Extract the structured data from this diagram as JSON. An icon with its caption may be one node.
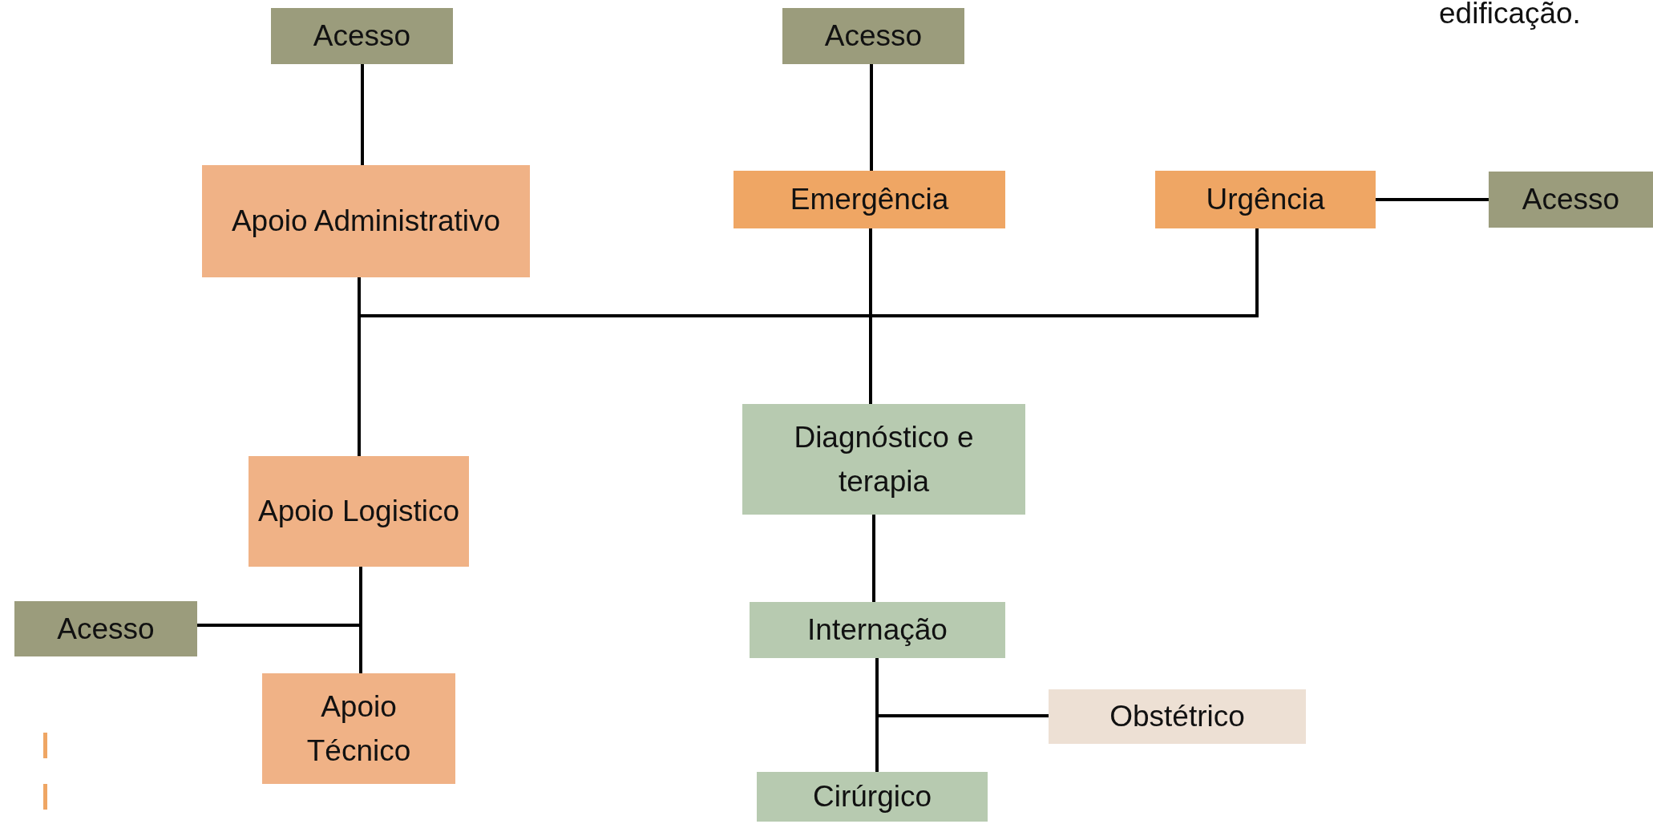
{
  "diagram": {
    "nodes": [
      {
        "text": [
          "Acesso"
        ]
      },
      {
        "text": [
          "Acesso"
        ]
      },
      {
        "text": [
          "Apoio Administrativo"
        ]
      },
      {
        "text": [
          "Emergência"
        ]
      },
      {
        "text": [
          "Urgência"
        ]
      },
      {
        "text": [
          "Acesso"
        ]
      },
      {
        "text": [
          "Apoio Logistico"
        ]
      },
      {
        "text": [
          "Acesso"
        ]
      },
      {
        "text": [
          "Apoio Técnico"
        ]
      },
      {
        "text": [
          "Diagnóstico e terapia"
        ]
      },
      {
        "text": [
          "Internação"
        ]
      },
      {
        "text": [
          "Obstétrico"
        ]
      },
      {
        "text": [
          "Cirúrgico"
        ]
      }
    ],
    "edges": [
      {
        "from": 0,
        "to": 2,
        "arrow": "none"
      },
      {
        "from": 1,
        "to": 3,
        "arrow": "none"
      },
      {
        "from": 4,
        "to": 5,
        "arrow": "none"
      },
      {
        "from": 2,
        "to": 6,
        "arrow": "none"
      },
      {
        "from": 3,
        "to": 9,
        "arrow": "none"
      },
      {
        "from": 4,
        "to": 2,
        "arrow": "none"
      },
      {
        "from": 6,
        "to": 8,
        "arrow": "none"
      },
      {
        "from": 7,
        "to": 6,
        "arrow": "none"
      },
      {
        "from": 9,
        "to": 10,
        "arrow": "none"
      },
      {
        "from": 10,
        "to": 12,
        "arrow": "none"
      },
      {
        "from": 11,
        "to": 10,
        "arrow": "none"
      }
    ],
    "labels": [
      "edificação."
    ]
  }
}
